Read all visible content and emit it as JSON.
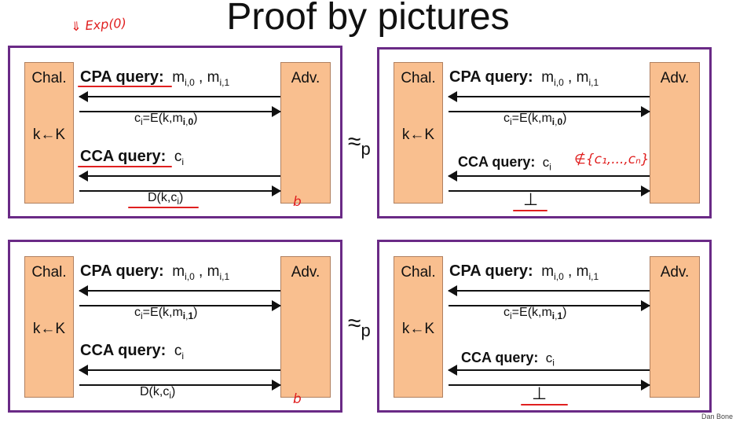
{
  "title": "Proof by pictures",
  "labels": {
    "chal": "Chal.",
    "adv": "Adv.",
    "key": "k←K",
    "cpa_query": "CPA query:",
    "cca_query": "CCA query:",
    "m": "m",
    "comma": ",",
    "sub_i0": "i,0",
    "sub_i1": "i,1",
    "c": "c",
    "sub_i": "i",
    "cipher_prefix": "=E(k,m",
    "close_paren": ")",
    "bit0": "0",
    "bit1": "1",
    "dec_prefix": "D(k,c",
    "bottom": "⊥",
    "approx": "≈",
    "approx_sub": "p"
  },
  "annotations": {
    "top_left": "⇓ Exp(0)",
    "set_note": "∉{c₁,...,cₙ}",
    "mark_b0": "b",
    "mark_b1": "b"
  },
  "credit": "Dan Bone",
  "colors": {
    "border": "#6a2a86",
    "box": "#f9bf8f",
    "annotation": "#e02020"
  }
}
